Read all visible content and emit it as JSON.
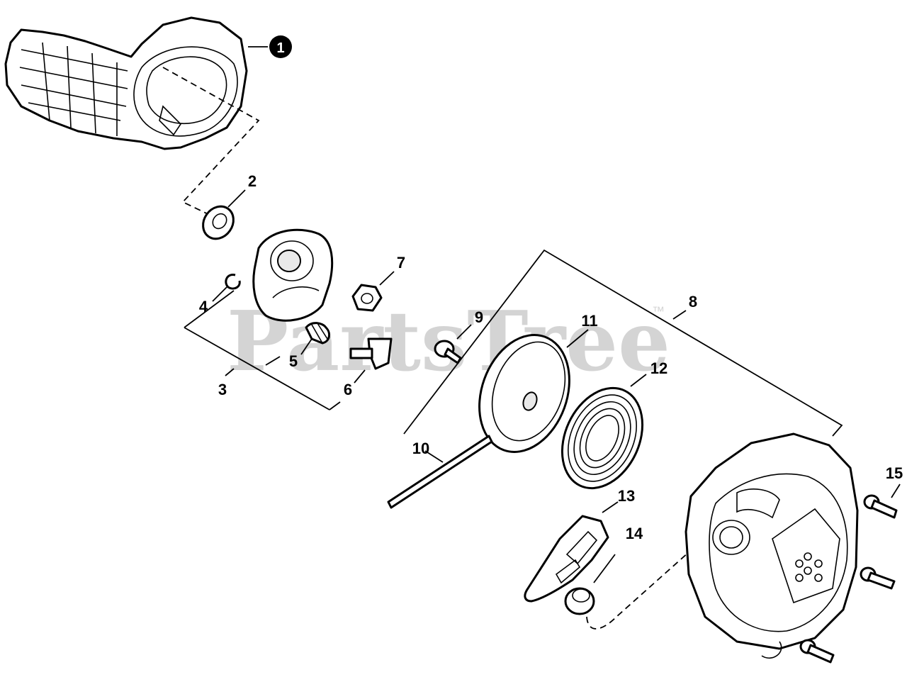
{
  "watermark": {
    "text": "PartsTree",
    "trademark": "™"
  },
  "callouts": {
    "c1": "1",
    "c2": "2",
    "c3": "3",
    "c4": "4",
    "c5": "5",
    "c6": "6",
    "c7": "7",
    "c8": "8",
    "c9": "9",
    "c10": "10",
    "c11": "11",
    "c12": "12",
    "c13": "13",
    "c14": "14",
    "c15": "15"
  }
}
